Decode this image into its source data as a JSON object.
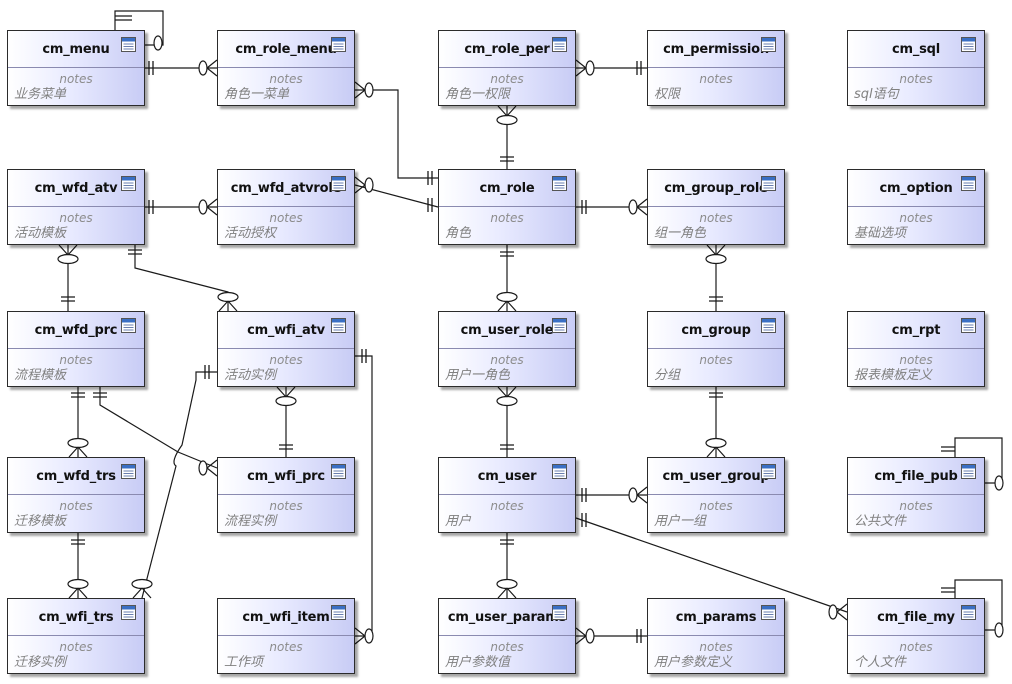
{
  "colors": {
    "line": "#1a1a1a",
    "border": "#2b2b2b",
    "fill_start": "#ffffff",
    "fill_end": "#c8ccf5",
    "icon_blue": "#3a6fc4"
  },
  "icon": "table-icon",
  "notes_label": "notes",
  "entities": [
    {
      "name": "cm_menu",
      "desc": "业务菜单"
    },
    {
      "name": "cm_role_menu",
      "desc": "角色一菜单"
    },
    {
      "name": "cm_role_per",
      "desc": "角色一权限"
    },
    {
      "name": "cm_permission",
      "desc": "权限"
    },
    {
      "name": "cm_sql",
      "desc": "sql语句"
    },
    {
      "name": "cm_wfd_atv",
      "desc": "活动模板"
    },
    {
      "name": "cm_wfd_atvrole",
      "desc": "活动授权"
    },
    {
      "name": "cm_role",
      "desc": "角色"
    },
    {
      "name": "cm_group_role",
      "desc": "组一角色"
    },
    {
      "name": "cm_option",
      "desc": "基础选项"
    },
    {
      "name": "cm_wfd_prc",
      "desc": "流程模板"
    },
    {
      "name": "cm_wfi_atv",
      "desc": "活动实例"
    },
    {
      "name": "cm_user_role",
      "desc": "用户一角色"
    },
    {
      "name": "cm_group",
      "desc": "分组"
    },
    {
      "name": "cm_rpt",
      "desc": "报表模板定义"
    },
    {
      "name": "cm_wfd_trs",
      "desc": "迁移模板"
    },
    {
      "name": "cm_wfi_prc",
      "desc": "流程实例"
    },
    {
      "name": "cm_user",
      "desc": "用户"
    },
    {
      "name": "cm_user_group",
      "desc": "用户一组"
    },
    {
      "name": "cm_file_pub",
      "desc": "公共文件"
    },
    {
      "name": "cm_wfi_trs",
      "desc": "迁移实例"
    },
    {
      "name": "cm_wfi_item",
      "desc": "工作项"
    },
    {
      "name": "cm_user_params",
      "desc": "用户参数值"
    },
    {
      "name": "cm_params",
      "desc": "用户参数定义"
    },
    {
      "name": "cm_file_my",
      "desc": "个人文件"
    }
  ]
}
